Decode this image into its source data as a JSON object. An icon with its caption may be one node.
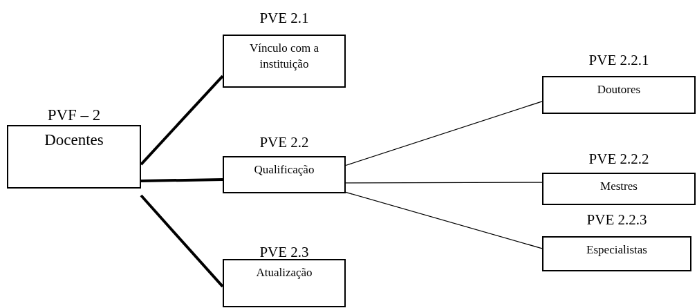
{
  "diagram": {
    "nodes": [
      {
        "text": [
          "PVF – 2",
          "Docentes"
        ]
      },
      {
        "text": [
          "PVE 2.1",
          "Vínculo com a instituição"
        ]
      },
      {
        "text": [
          "PVE 2.2",
          "Qualificação"
        ]
      },
      {
        "text": [
          "PVE 2.3",
          "Atualização"
        ]
      },
      {
        "text": [
          "PVE 2.2.1",
          "Doutores"
        ]
      },
      {
        "text": [
          "PVE 2.2.2",
          "Mestres"
        ]
      },
      {
        "text": [
          "PVE 2.2.3",
          "Especialistas"
        ]
      }
    ],
    "edges": [
      {
        "from": 0,
        "to": 1,
        "arrow": "none",
        "style": "thick"
      },
      {
        "from": 0,
        "to": 2,
        "arrow": "none",
        "style": "thick"
      },
      {
        "from": 0,
        "to": 3,
        "arrow": "none",
        "style": "thick"
      },
      {
        "from": 2,
        "to": 4,
        "arrow": "none"
      },
      {
        "from": 2,
        "to": 5,
        "arrow": "none"
      },
      {
        "from": 2,
        "to": 6,
        "arrow": "none"
      }
    ]
  }
}
